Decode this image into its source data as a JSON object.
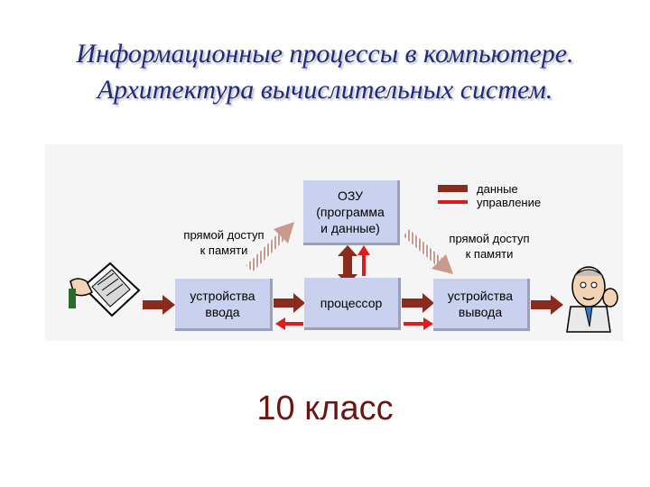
{
  "title": {
    "line1": "Информационные процессы в компьютере.",
    "line2": "Архитектура вычислительных систем."
  },
  "diagram": {
    "ram": {
      "line1": "ОЗУ",
      "line2": "(программа",
      "line3": "и данные)"
    },
    "input_device": {
      "line1": "устройства",
      "line2": "ввода"
    },
    "processor": {
      "line1": "процессор"
    },
    "output_device": {
      "line1": "устройства",
      "line2": "вывода"
    },
    "dma_left": {
      "line1": "прямой доступ",
      "line2": "к памяти"
    },
    "dma_right": {
      "line1": "прямой доступ",
      "line2": "к памяти"
    },
    "legend": {
      "data": "данные",
      "control": "управление"
    },
    "colors": {
      "data": "#8b2a1e",
      "control": "#e01b1b",
      "dma": "#c89a8e",
      "box": "#c9d1ef"
    }
  },
  "footer": {
    "text": "10 класс"
  }
}
